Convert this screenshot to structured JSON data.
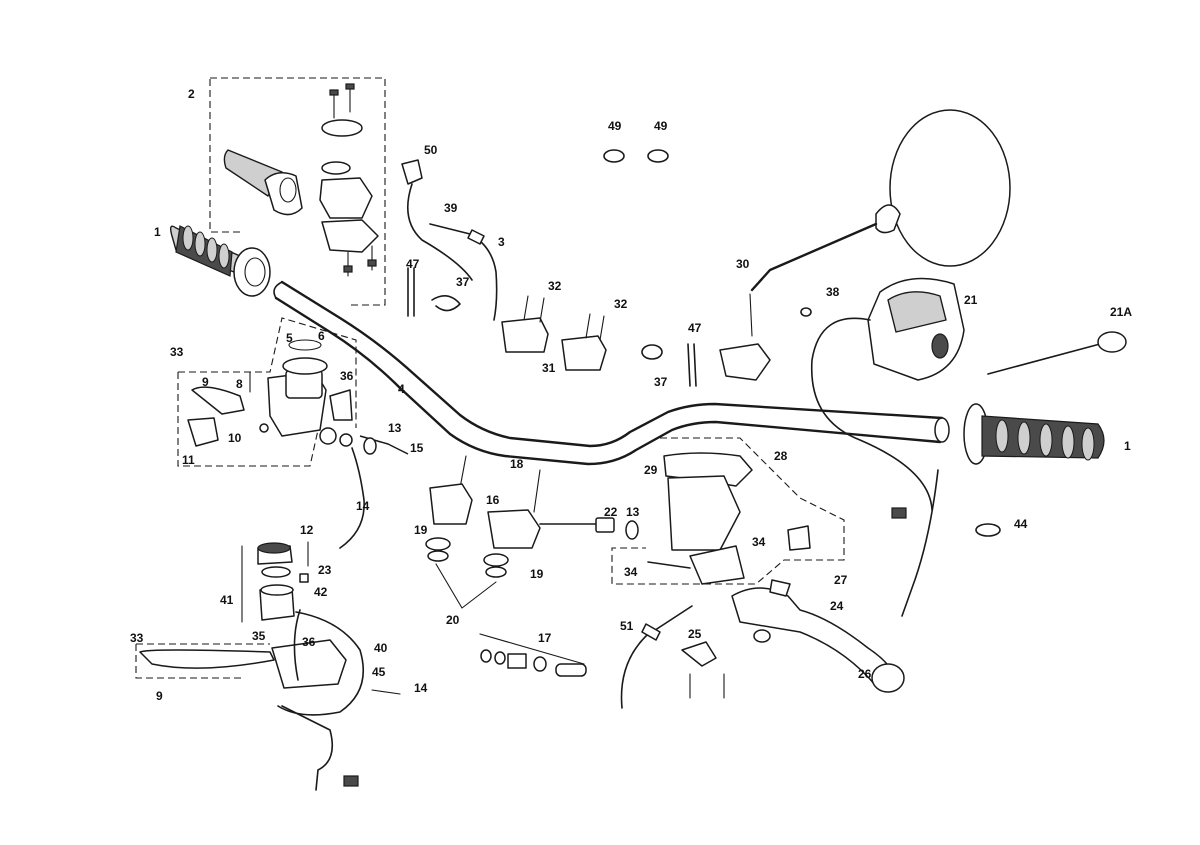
{
  "callouts": [
    {
      "text": "2"
    },
    {
      "text": "1"
    },
    {
      "text": "33"
    },
    {
      "text": "5"
    },
    {
      "text": "6"
    },
    {
      "text": "36"
    },
    {
      "text": "9"
    },
    {
      "text": "8"
    },
    {
      "text": "10"
    },
    {
      "text": "11"
    },
    {
      "text": "4"
    },
    {
      "text": "13"
    },
    {
      "text": "15"
    },
    {
      "text": "14"
    },
    {
      "text": "12"
    },
    {
      "text": "23"
    },
    {
      "text": "42"
    },
    {
      "text": "41"
    },
    {
      "text": "35"
    },
    {
      "text": "36"
    },
    {
      "text": "40"
    },
    {
      "text": "33"
    },
    {
      "text": "9"
    },
    {
      "text": "45"
    },
    {
      "text": "14"
    },
    {
      "text": "50"
    },
    {
      "text": "39"
    },
    {
      "text": "3"
    },
    {
      "text": "47"
    },
    {
      "text": "37"
    },
    {
      "text": "32"
    },
    {
      "text": "32"
    },
    {
      "text": "31"
    },
    {
      "text": "49"
    },
    {
      "text": "49"
    },
    {
      "text": "37"
    },
    {
      "text": "47"
    },
    {
      "text": "30"
    },
    {
      "text": "38"
    },
    {
      "text": "21"
    },
    {
      "text": "21A"
    },
    {
      "text": "1"
    },
    {
      "text": "18"
    },
    {
      "text": "16"
    },
    {
      "text": "19"
    },
    {
      "text": "19"
    },
    {
      "text": "20"
    },
    {
      "text": "22"
    },
    {
      "text": "13"
    },
    {
      "text": "17"
    },
    {
      "text": "29"
    },
    {
      "text": "28"
    },
    {
      "text": "34"
    },
    {
      "text": "34"
    },
    {
      "text": "27"
    },
    {
      "text": "24"
    },
    {
      "text": "44"
    },
    {
      "text": "51"
    },
    {
      "text": "25"
    },
    {
      "text": "26"
    }
  ]
}
